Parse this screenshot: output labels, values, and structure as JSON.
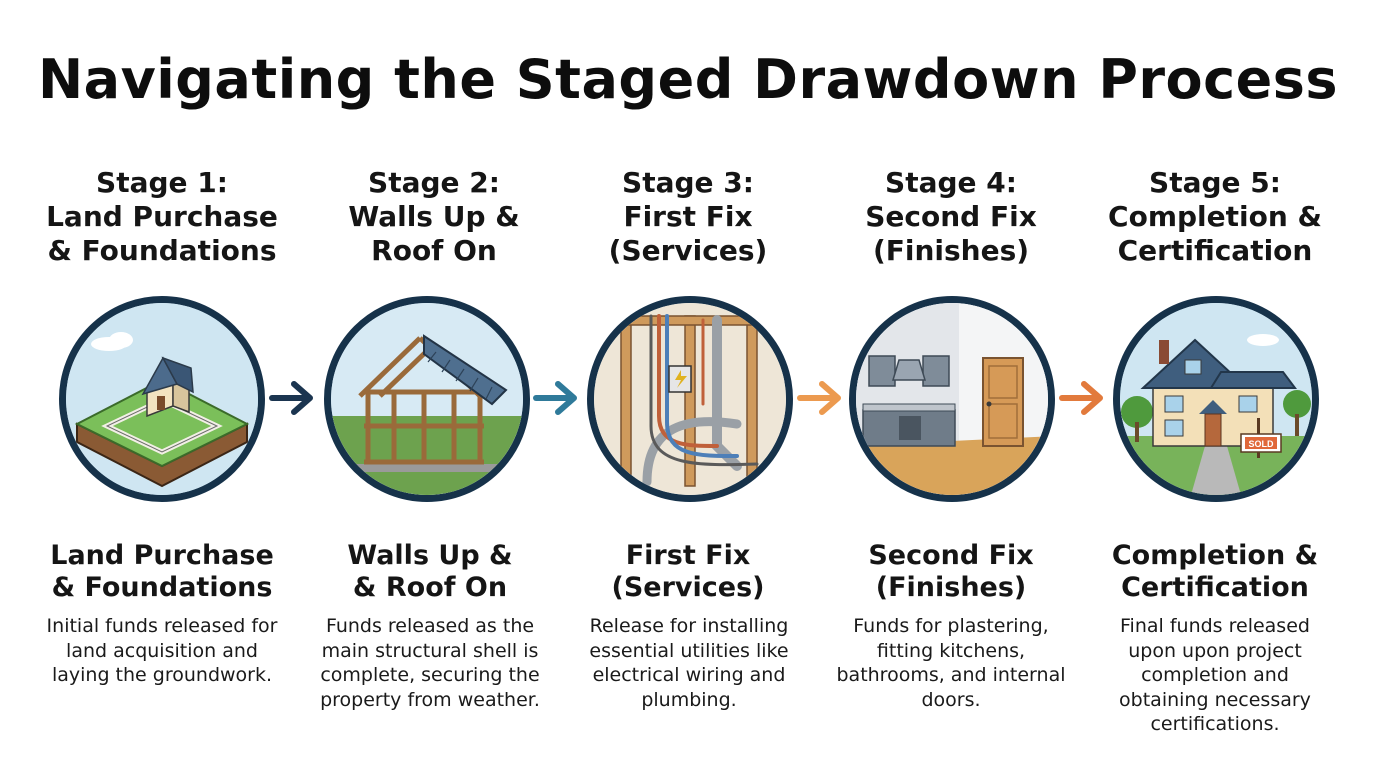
{
  "title": "Navigating the Staged Drawdown Process",
  "stages": [
    {
      "number_label": "Stage 1:",
      "header_line1": "Land Purchase",
      "header_line2": "& Foundations",
      "icon": "land-foundation-icon",
      "bottom_line1": "Land Purchase",
      "bottom_line2": "& Foundations",
      "description": "Initial funds released for land acquisition and laying the groundwork."
    },
    {
      "number_label": "Stage 2:",
      "header_line1": "Walls Up &",
      "header_line2": "Roof On",
      "icon": "house-frame-icon",
      "bottom_line1": "Walls Up &",
      "bottom_line2": "& Roof On",
      "description": "Funds released as the main structural shell is complete, securing the property from weather."
    },
    {
      "number_label": "Stage 3:",
      "header_line1": "First Fix",
      "header_line2": "(Services)",
      "icon": "wiring-plumbing-icon",
      "bottom_line1": "First Fix",
      "bottom_line2": "(Services)",
      "description": "Release for installing essential utilities like electrical wiring and plumbing."
    },
    {
      "number_label": "Stage 4:",
      "header_line1": "Second Fix",
      "header_line2": "(Finishes)",
      "icon": "kitchen-interior-icon",
      "bottom_line1": "Second Fix",
      "bottom_line2": "(Finishes)",
      "description": "Funds for plastering, fitting kitchens, bathrooms, and internal doors."
    },
    {
      "number_label": "Stage 5:",
      "header_line1": "Completion &",
      "header_line2": "Certification",
      "icon": "sold-house-icon",
      "bottom_line1": "Completion &",
      "bottom_line2": "Certification",
      "description": "Final funds released upon upon project completion and obtaining necessary certifications.",
      "sign_text": "SOLD"
    }
  ],
  "colors": {
    "circle_border": "#16324a",
    "arrow_1": "#1b3550",
    "arrow_2": "#2f7a9a",
    "arrow_3": "#ec9a4f",
    "arrow_4": "#e27a3c"
  }
}
